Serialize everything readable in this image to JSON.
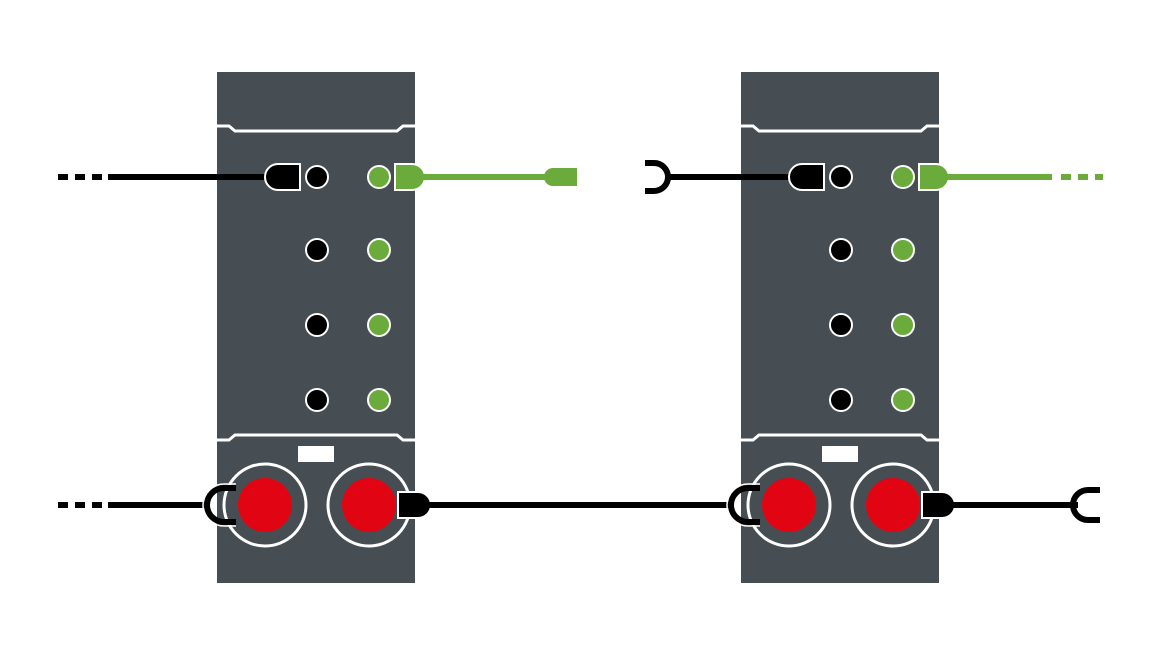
{
  "diagram": {
    "modules": [
      {
        "id": "module-1",
        "io_port_rows": 4,
        "bus_ports": 2
      },
      {
        "id": "module-2",
        "io_port_rows": 4,
        "bus_ports": 2
      }
    ],
    "colors": {
      "background": "#ffffff",
      "housing": "#474e53",
      "housing_line": "#ffffff",
      "black_port": "#000000",
      "green_port": "#6aab3b",
      "bus_port": "#e10514",
      "black_cable": "#000000",
      "green_cable": "#6aab3b",
      "label_plate": "#ffffff"
    },
    "icons": {
      "black_connector": "plug-connector-icon",
      "green_connector": "green-plug-connector-icon",
      "bus_socket": "socket-connector-icon",
      "open_end": "open-cable-end-icon",
      "continuation": "dotted-continuation-icon"
    }
  }
}
